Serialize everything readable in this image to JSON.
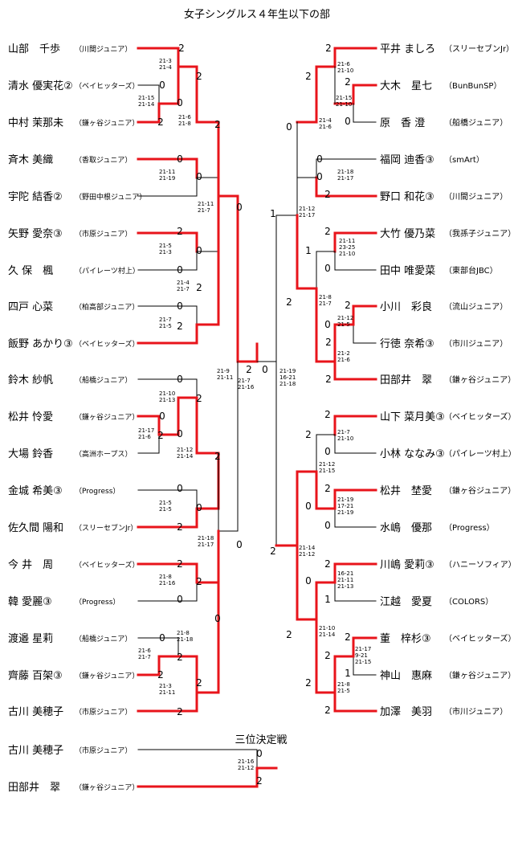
{
  "title": "女子シングルス４年生以下の部",
  "left_players": [
    {
      "name": "山部　千歩",
      "club": "（川間ジュニア）"
    },
    {
      "name": "清水 優実花②",
      "club": "（ベイヒッターズ）"
    },
    {
      "name": "中村 茉那未",
      "club": "（鎌ヶ谷ジュニア）"
    },
    {
      "name": "斉木 美織",
      "club": "（香取ジュニア）"
    },
    {
      "name": "宇陀 結香②",
      "club": "（野田中根ジュニア）"
    },
    {
      "name": "矢野 愛奈③",
      "club": "（市原ジュニア）"
    },
    {
      "name": "久 保　楓",
      "club": "（パイレーツ村上）"
    },
    {
      "name": "四戸 心菜",
      "club": "（柏高部ジュニア）"
    },
    {
      "name": "飯野 あかり③",
      "club": "（ベイヒッターズ）"
    },
    {
      "name": "鈴木 紗帆",
      "club": "（船橋ジュニア）"
    },
    {
      "name": "松井 怜愛",
      "club": "（鎌ヶ谷ジュニア）"
    },
    {
      "name": "大場 鈴香",
      "club": "（高洲ホープス）"
    },
    {
      "name": "金城 希美③",
      "club": "（Progress）"
    },
    {
      "name": "佐久間 陽和",
      "club": "（スリーセブンJr）"
    },
    {
      "name": "今 井　周",
      "club": "（ベイヒッターズ）"
    },
    {
      "name": "韓 愛麗③",
      "club": "（Progress）"
    },
    {
      "name": "渡邉 星莉",
      "club": "（船橋ジュニア）"
    },
    {
      "name": "齊藤 百架③",
      "club": "（鎌ヶ谷ジュニア）"
    },
    {
      "name": "古川 美穂子",
      "club": "（市原ジュニア）"
    }
  ],
  "right_players": [
    {
      "name": "平井 ましろ",
      "club": "（スリーセブンJr）"
    },
    {
      "name": "大木　星七",
      "club": "（BunBunSP）"
    },
    {
      "name": "原　香 澄",
      "club": "（船橋ジュニア）"
    },
    {
      "name": "福岡 迪香③",
      "club": "（smArt）"
    },
    {
      "name": "野口 和花③",
      "club": "（川間ジュニア）"
    },
    {
      "name": "大竹 優乃菜",
      "club": "（我孫子ジュニア）"
    },
    {
      "name": "田中 唯愛菜",
      "club": "（東部台JBC）"
    },
    {
      "name": "小川　彩良",
      "club": "（流山ジュニア）"
    },
    {
      "name": "行徳 奈希③",
      "club": "（市川ジュニア）"
    },
    {
      "name": "田部井　翠",
      "club": "（鎌ヶ谷ジュニア）"
    },
    {
      "name": "山下 菜月美③",
      "club": "（ベイヒッターズ）"
    },
    {
      "name": "小林 ななみ③",
      "club": "（パイレーツ村上）"
    },
    {
      "name": "松井　埜愛",
      "club": "（鎌ヶ谷ジュニア）"
    },
    {
      "name": "水嶋　優那",
      "club": "（Progress）"
    },
    {
      "name": "川嶋 愛莉③",
      "club": "（ハニーソフィア）"
    },
    {
      "name": "江越　愛夏",
      "club": "（COLORS）"
    },
    {
      "name": "董　梓杉③",
      "club": "（ベイヒッターズ）"
    },
    {
      "name": "神山　惠麻",
      "club": "（鎌ヶ谷ジュニア）"
    },
    {
      "name": "加澤　美羽",
      "club": "（市川ジュニア）"
    }
  ],
  "third_place": {
    "title": "三位決定戦",
    "players": [
      {
        "name": "古川 美穂子",
        "club": "（市原ジュニア）"
      },
      {
        "name": "田部井　翠",
        "club": "（鎌ヶ谷ジュニア）"
      }
    ]
  },
  "game_numbers": [
    {
      "id": "L-r1-1",
      "text": "2"
    },
    {
      "id": "L-r1-2",
      "text": "0"
    },
    {
      "id": "L-r1-3",
      "text": "0"
    },
    {
      "id": "L-r1-4",
      "text": "2"
    },
    {
      "id": "L-r1-5",
      "text": "2"
    },
    {
      "id": "L-r1-6",
      "text": "0"
    },
    {
      "id": "L-r1-7",
      "text": "2"
    },
    {
      "id": "L-r1-8",
      "text": "0"
    },
    {
      "id": "L-r1-9",
      "text": "0"
    },
    {
      "id": "L-r1-10",
      "text": "2"
    },
    {
      "id": "L-r1-11",
      "text": "2"
    },
    {
      "id": "L-r1-12",
      "text": "0"
    },
    {
      "id": "L-r1-13",
      "text": "2"
    },
    {
      "id": "L-r1-14",
      "text": "0"
    },
    {
      "id": "L-r1-15",
      "text": "2"
    },
    {
      "id": "L-r1-16",
      "text": "0"
    },
    {
      "id": "L-r1-17",
      "text": "0"
    },
    {
      "id": "L-r1-18",
      "text": "0"
    },
    {
      "id": "L-r1-19",
      "text": "2"
    },
    {
      "id": "L-r1-20",
      "text": "0"
    },
    {
      "id": "L-r1-21",
      "text": "2"
    },
    {
      "id": "L-r1-22",
      "text": "2"
    },
    {
      "id": "L-r1-23",
      "text": "0"
    },
    {
      "id": "L-r1-24",
      "text": "2"
    },
    {
      "id": "L-r1-25",
      "text": "0"
    },
    {
      "id": "L-r1-26",
      "text": "2"
    },
    {
      "id": "L-r1-27",
      "text": "2"
    },
    {
      "id": "L-r2-1",
      "text": "2"
    },
    {
      "id": "L-r2-2",
      "text": "0"
    },
    {
      "id": "L-r2-3",
      "text": "0"
    },
    {
      "id": "L-r2-4",
      "text": "2"
    },
    {
      "id": "L-r2-5",
      "text": "0"
    },
    {
      "id": "L-r2-6",
      "text": "2"
    },
    {
      "id": "L-r2-7",
      "text": "0"
    },
    {
      "id": "L-r2-8",
      "text": "2"
    },
    {
      "id": "L-r3-1",
      "text": "2"
    },
    {
      "id": "L-r3-2",
      "text": "0"
    },
    {
      "id": "L-r3-3",
      "text": "2"
    },
    {
      "id": "L-r3-4",
      "text": "0"
    },
    {
      "id": "L-r4-1",
      "text": "2"
    },
    {
      "id": "L-r4-2",
      "text": "0"
    },
    {
      "id": "F-1",
      "text": "2"
    },
    {
      "id": "F-2",
      "text": "0"
    },
    {
      "id": "R-r1-1",
      "text": "2"
    },
    {
      "id": "R-r1-2",
      "text": "2"
    },
    {
      "id": "R-r1-3",
      "text": "0"
    },
    {
      "id": "R-r1-4",
      "text": "0"
    },
    {
      "id": "R-r1-5",
      "text": "2"
    },
    {
      "id": "R-r1-6",
      "text": "2"
    },
    {
      "id": "R-r1-7",
      "text": "1"
    },
    {
      "id": "R-r1-8",
      "text": "2"
    },
    {
      "id": "R-r1-9",
      "text": "0"
    },
    {
      "id": "R-r1-10",
      "text": "2"
    },
    {
      "id": "R-r1-11",
      "text": "2"
    },
    {
      "id": "R-r1-12",
      "text": "0"
    },
    {
      "id": "R-r1-13",
      "text": "2"
    },
    {
      "id": "R-r1-14",
      "text": "0"
    },
    {
      "id": "R-r1-15",
      "text": "2"
    },
    {
      "id": "R-r1-16",
      "text": "1"
    },
    {
      "id": "R-r1-17",
      "text": "2"
    },
    {
      "id": "R-r1-18",
      "text": "1"
    },
    {
      "id": "R-r1-19",
      "text": "2"
    },
    {
      "id": "R-r1-20",
      "text": "0"
    },
    {
      "id": "R-r1-21",
      "text": "1"
    },
    {
      "id": "R-r1-22",
      "text": "2"
    },
    {
      "id": "R-r2-1",
      "text": "2"
    },
    {
      "id": "R-r2-2",
      "text": "0"
    },
    {
      "id": "R-r2-3",
      "text": "0"
    },
    {
      "id": "R-r2-4",
      "text": "2"
    },
    {
      "id": "R-r2-5",
      "text": "2"
    },
    {
      "id": "R-r2-6",
      "text": "0"
    },
    {
      "id": "R-r2-7",
      "text": "0"
    },
    {
      "id": "R-r2-8",
      "text": "2"
    },
    {
      "id": "R-r3-1",
      "text": "0"
    },
    {
      "id": "R-r3-2",
      "text": "2"
    },
    {
      "id": "R-r3-3",
      "text": "2"
    },
    {
      "id": "R-r3-4",
      "text": "0"
    },
    {
      "id": "R-r4-1",
      "text": "1"
    },
    {
      "id": "R-r4-2",
      "text": "2"
    },
    {
      "id": "T-1",
      "text": "0"
    },
    {
      "id": "T-2",
      "text": "2"
    }
  ],
  "scores": [
    {
      "id": "L1",
      "lines": [
        "21-3",
        "21-4"
      ]
    },
    {
      "id": "L2",
      "lines": [
        "21-15",
        "21-14"
      ]
    },
    {
      "id": "L3",
      "lines": [
        "21-6",
        "21-8"
      ]
    },
    {
      "id": "L4",
      "lines": [
        "21-11",
        "21-19"
      ]
    },
    {
      "id": "L5",
      "lines": [
        "21-11",
        "21-7"
      ]
    },
    {
      "id": "L6",
      "lines": [
        "21-5",
        "21-3"
      ]
    },
    {
      "id": "L7",
      "lines": [
        "21-4",
        "21-7"
      ]
    },
    {
      "id": "L8",
      "lines": [
        "21-7",
        "21-5"
      ]
    },
    {
      "id": "L9",
      "lines": [
        "21-9",
        "21-11"
      ]
    },
    {
      "id": "L10",
      "lines": [
        "21-10",
        "21-13"
      ]
    },
    {
      "id": "L11",
      "lines": [
        "21-17",
        "21-6"
      ]
    },
    {
      "id": "L12",
      "lines": [
        "21-12",
        "21-14"
      ]
    },
    {
      "id": "L13",
      "lines": [
        "21-5",
        "21-5"
      ]
    },
    {
      "id": "L14",
      "lines": [
        "21-18",
        "21-17"
      ]
    },
    {
      "id": "L15",
      "lines": [
        "21-8",
        "21-16"
      ]
    },
    {
      "id": "L16",
      "lines": [
        "21-8",
        "21-18"
      ]
    },
    {
      "id": "L17",
      "lines": [
        "21-6",
        "21-7"
      ]
    },
    {
      "id": "L18",
      "lines": [
        "21-3",
        "21-11"
      ]
    },
    {
      "id": "F",
      "lines": [
        "21-7",
        "21-16"
      ]
    },
    {
      "id": "R1",
      "lines": [
        "21-6",
        "21-10"
      ]
    },
    {
      "id": "R2",
      "lines": [
        "21-15",
        "21-10"
      ]
    },
    {
      "id": "R3",
      "lines": [
        "21-4",
        "21-6"
      ]
    },
    {
      "id": "R4",
      "lines": [
        "21-18",
        "21-17"
      ]
    },
    {
      "id": "R5",
      "lines": [
        "21-12",
        "21-17"
      ]
    },
    {
      "id": "R6",
      "lines": [
        "21-11",
        "23-25",
        "21-10"
      ]
    },
    {
      "id": "R7",
      "lines": [
        "21-8",
        "21-7"
      ]
    },
    {
      "id": "R8",
      "lines": [
        "21-12",
        "21-5"
      ]
    },
    {
      "id": "R9",
      "lines": [
        "21-2",
        "21-6"
      ]
    },
    {
      "id": "R10",
      "lines": [
        "21-19",
        "16-21",
        "21-18"
      ]
    },
    {
      "id": "R11",
      "lines": [
        "21-7",
        "21-10"
      ]
    },
    {
      "id": "R12",
      "lines": [
        "21-12",
        "21-15"
      ]
    },
    {
      "id": "R13",
      "lines": [
        "21-19",
        "17-21",
        "21-19"
      ]
    },
    {
      "id": "R14",
      "lines": [
        "21-14",
        "21-12"
      ]
    },
    {
      "id": "R15",
      "lines": [
        "16-21",
        "21-11",
        "21-13"
      ]
    },
    {
      "id": "R16",
      "lines": [
        "21-10",
        "21-14"
      ]
    },
    {
      "id": "R17",
      "lines": [
        "21-17",
        "9-21",
        "21-15"
      ]
    },
    {
      "id": "R18",
      "lines": [
        "21-8",
        "21-5"
      ]
    },
    {
      "id": "T",
      "lines": [
        "21-16",
        "21-12"
      ]
    }
  ],
  "colors": {
    "winner_line": "#e8141b",
    "loser_line": "#000000",
    "text": "#000000"
  }
}
